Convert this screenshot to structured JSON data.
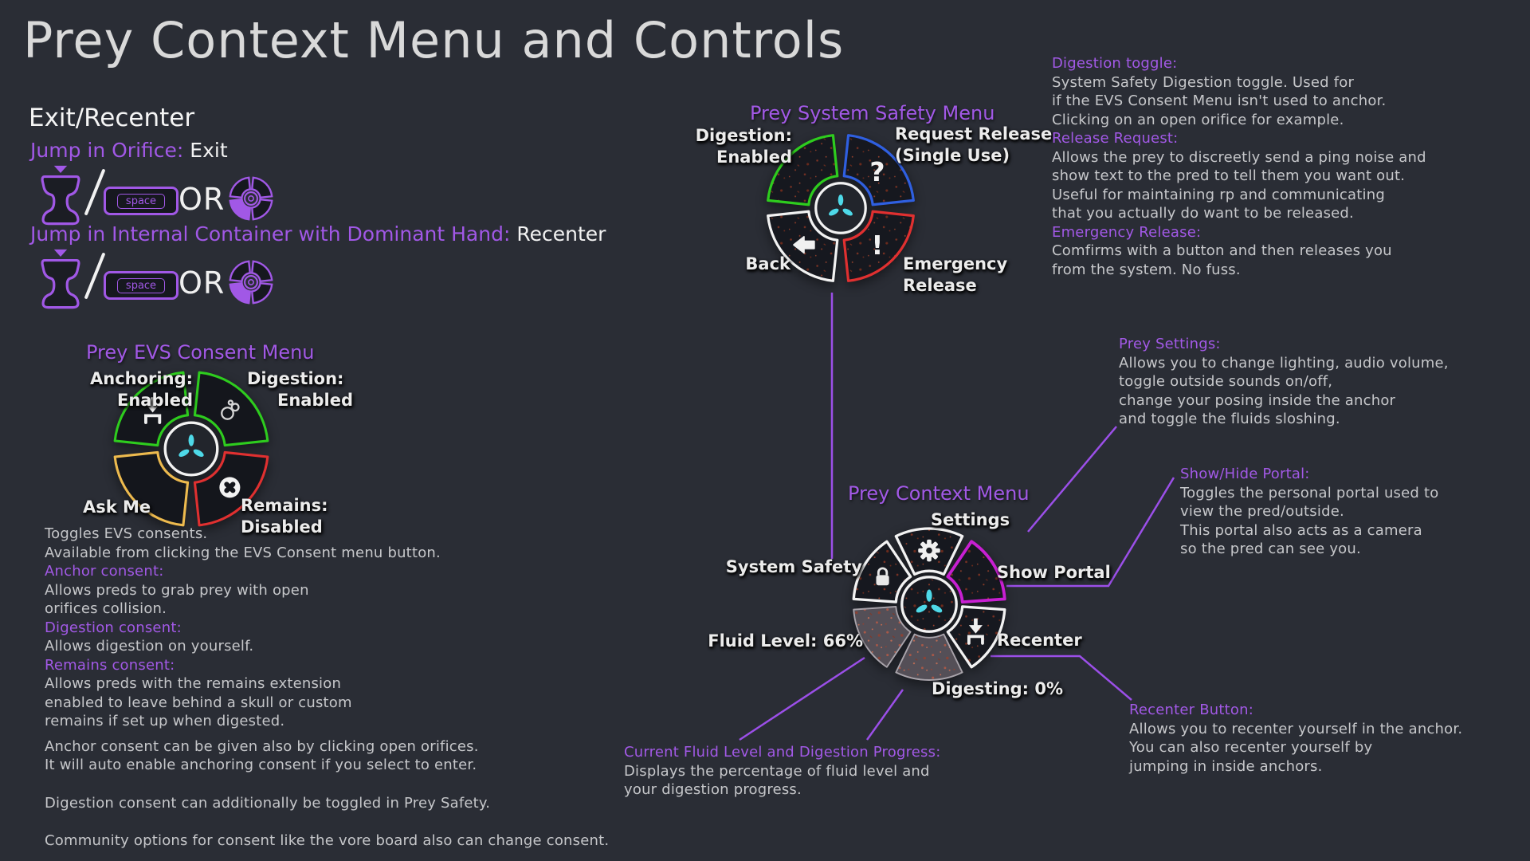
{
  "colors": {
    "background": "#2a2d35",
    "title_text": "#d9d9d9",
    "body_text": "#c6c7ca",
    "bright_text": "#f2f2f2",
    "accent_purple": "#a158e6",
    "heading_purple": "#a259e6",
    "connector_purple": "#9b4fe8",
    "cyan": "#4ed9e8",
    "green": "#2ecc1e",
    "blue": "#2f5fe0",
    "red": "#e03030",
    "yellow": "#edba4e",
    "magenta": "#c81fd2",
    "white_outline": "#f2f2f2"
  },
  "page_title": "Prey Context Menu and Controls",
  "icons": {
    "question_glyph": "?",
    "exclamation_glyph": "!",
    "names": [
      "jump-input-icon",
      "space-key",
      "radial-menu-icon",
      "landing-arrow-icon",
      "bubbles-icon",
      "x-circle-icon",
      "gear-icon",
      "lock-icon",
      "back-arrow-icon",
      "triskelion-core-icon"
    ]
  },
  "exit_recenter": {
    "heading": "Exit/Recenter",
    "jump_orifice_label": "Jump in Orifice:",
    "jump_orifice_value": "Exit",
    "jump_container_label": "Jump in Internal Container with Dominant Hand:",
    "jump_container_value": "Recenter",
    "or_text": "OR",
    "space_key_label": "space"
  },
  "evs_menu": {
    "title": "Prey EVS Consent Menu",
    "anchoring_label": [
      "Anchoring:",
      "Enabled"
    ],
    "digestion_label": [
      "Digestion:",
      "Enabled"
    ],
    "ask_label": "Ask Me",
    "remains_label": [
      "Remains:",
      "Disabled"
    ],
    "segment_colors": {
      "anchoring": "#2ecc1e",
      "digestion": "#2ecc1e",
      "ask": "#edba4e",
      "remains": "#e03030"
    }
  },
  "evs_notes": {
    "lines": [
      "Toggles EVS consents.",
      "Available from clicking the EVS Consent menu button.",
      "Anchor consent:",
      "Allows preds to grab prey with open",
      "orifices collision.",
      "Digestion consent:",
      "Allows digestion on yourself.",
      "Remains consent:",
      "Allows preds with the remains extension",
      "enabled to leave behind a skull or custom",
      "remains if set up when digested.",
      "Anchor consent can be given also by clicking open orifices.",
      "It will auto enable anchoring consent if you select to enter.",
      "Digestion consent can additionally be toggled in Prey Safety.",
      "Community options for consent like the vore board also can change consent."
    ]
  },
  "safety_menu": {
    "title": "Prey System Safety Menu",
    "digestion_label": [
      "Digestion:",
      "Enabled"
    ],
    "request_label": [
      "Request Release",
      "(Single Use)"
    ],
    "back_label": "Back",
    "emergency_label": [
      "Emergency",
      "Release"
    ],
    "segment_colors": {
      "digestion": "#2ecc1e",
      "request": "#2f5fe0",
      "back": "#f2f2f2",
      "emergency": "#e03030"
    }
  },
  "safety_notes": {
    "lines": [
      "Digestion toggle:",
      "System Safety Digestion toggle. Used for",
      "if the EVS Consent Menu isn't used to anchor.",
      "Clicking on an open orifice for example.",
      "Release Request:",
      "Allows the prey to discreetly send a ping noise and",
      "show text to the pred to tell them you want out.",
      "Useful for maintaining rp and communicating",
      "that you actually do want to be released.",
      "Emergency Release:",
      "Comfirms with a button and then releases you",
      "from the system. No fuss."
    ]
  },
  "context_menu": {
    "title": "Prey Context Menu",
    "settings_label": "Settings",
    "system_safety_label": "System Safety",
    "show_portal_label": "Show Portal",
    "fluid_label": "Fluid Level: 66%",
    "recenter_label": "Recenter",
    "digesting_label": "Digesting: 0%",
    "segment_colors": {
      "settings": "#f2f2f2",
      "system_safety": "#f2f2f2",
      "recenter": "#f2f2f2",
      "show_portal": "#c81fd2",
      "fluid": "#a9a4ab",
      "digesting": "#a9a4ab"
    }
  },
  "settings_note": {
    "lines": [
      "Prey Settings:",
      "Allows you to change lighting, audio volume,",
      "toggle outside sounds on/off,",
      "change your posing inside the anchor",
      "and toggle the fluids sloshing."
    ]
  },
  "portal_note": {
    "lines": [
      "Show/Hide Portal:",
      "Toggles the personal portal used to",
      "view the pred/outside.",
      "This portal also acts as a camera",
      "so the pred can see you."
    ]
  },
  "fluid_note": {
    "lines": [
      "Current Fluid Level and Digestion Progress:",
      "Displays the percentage of fluid level and",
      "your digestion progress."
    ]
  },
  "recenter_note": {
    "lines": [
      "Recenter Button:",
      "Allows you to recenter yourself in the anchor.",
      "You can also recenter yourself by",
      "jumping in inside anchors."
    ]
  }
}
